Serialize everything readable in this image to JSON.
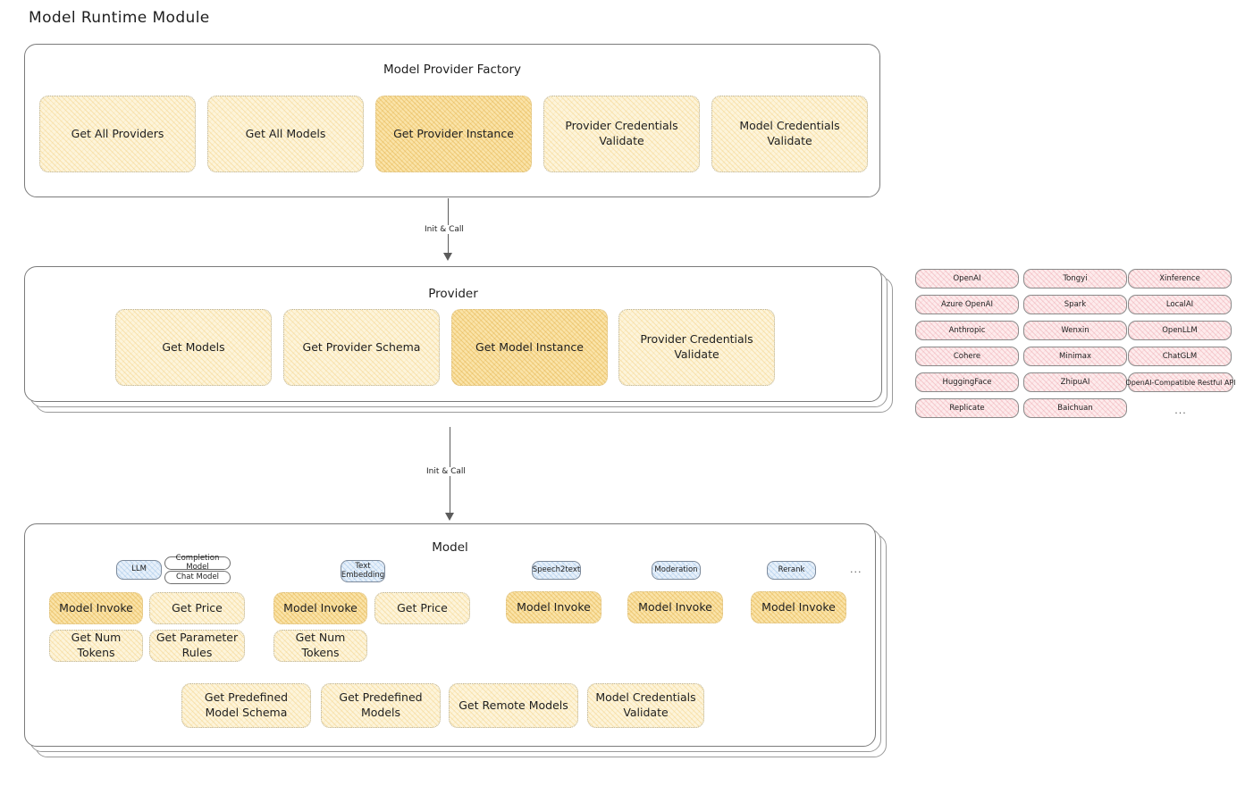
{
  "page": {
    "title": "Model Runtime Module"
  },
  "colors": {
    "box_fill": "#fdf4da",
    "box_fill_highlight": "#fae3a8",
    "provider_pill_fill": "#fdebec",
    "type_badge_fill": "#e7f0fa",
    "stroke": "#7b7b7b"
  },
  "factory": {
    "title": "Model Provider Factory",
    "methods": [
      {
        "label": "Get All Providers",
        "highlight": false
      },
      {
        "label": "Get All Models",
        "highlight": false
      },
      {
        "label": "Get Provider Instance",
        "highlight": true
      },
      {
        "label": "Provider Credentials Validate",
        "highlight": false
      },
      {
        "label": "Model Credentials Validate",
        "highlight": false
      }
    ]
  },
  "arrows": [
    {
      "label": "Init & Call"
    },
    {
      "label": "Init & Call"
    }
  ],
  "provider": {
    "title": "Provider",
    "methods": [
      {
        "label": "Get Models",
        "highlight": false
      },
      {
        "label": "Get Provider Schema",
        "highlight": false
      },
      {
        "label": "Get Model Instance",
        "highlight": true
      },
      {
        "label": "Provider Credentials Validate",
        "highlight": false
      }
    ]
  },
  "provider_list": {
    "columns": [
      {
        "items": [
          "OpenAI",
          "Azure OpenAI",
          "Anthropic",
          "Cohere",
          "HuggingFace",
          "Replicate"
        ]
      },
      {
        "items": [
          "Tongyi",
          "Spark",
          "Wenxin",
          "Minimax",
          "ZhipuAI",
          "Baichuan"
        ]
      },
      {
        "items": [
          "Xinference",
          "LocalAI",
          "OpenLLM",
          "ChatGLM",
          "OpenAI-Compatible Restful API",
          "..."
        ]
      }
    ]
  },
  "model": {
    "title": "Model",
    "more_indicator": "...",
    "types": [
      {
        "badge": "LLM",
        "sub_badges": [
          "Completion Model",
          "Chat Model"
        ],
        "methods": [
          {
            "label": "Model Invoke",
            "highlight": true
          },
          {
            "label": "Get Price",
            "highlight": false
          },
          {
            "label": "Get Num Tokens",
            "highlight": false
          },
          {
            "label": "Get Parameter Rules",
            "highlight": false
          }
        ]
      },
      {
        "badge": "Text Embedding",
        "sub_badges": [],
        "methods": [
          {
            "label": "Model Invoke",
            "highlight": true
          },
          {
            "label": "Get Price",
            "highlight": false
          },
          {
            "label": "Get Num Tokens",
            "highlight": false
          }
        ]
      },
      {
        "badge": "Speech2text",
        "sub_badges": [],
        "methods": [
          {
            "label": "Model Invoke",
            "highlight": true
          }
        ]
      },
      {
        "badge": "Moderation",
        "sub_badges": [],
        "methods": [
          {
            "label": "Model Invoke",
            "highlight": true
          }
        ]
      },
      {
        "badge": "Rerank",
        "sub_badges": [],
        "methods": [
          {
            "label": "Model Invoke",
            "highlight": true
          }
        ]
      }
    ],
    "common_methods": [
      {
        "label": "Get Predefined Model Schema"
      },
      {
        "label": "Get Predefined Models"
      },
      {
        "label": "Get Remote Models"
      },
      {
        "label": "Model Credentials Validate"
      }
    ]
  }
}
